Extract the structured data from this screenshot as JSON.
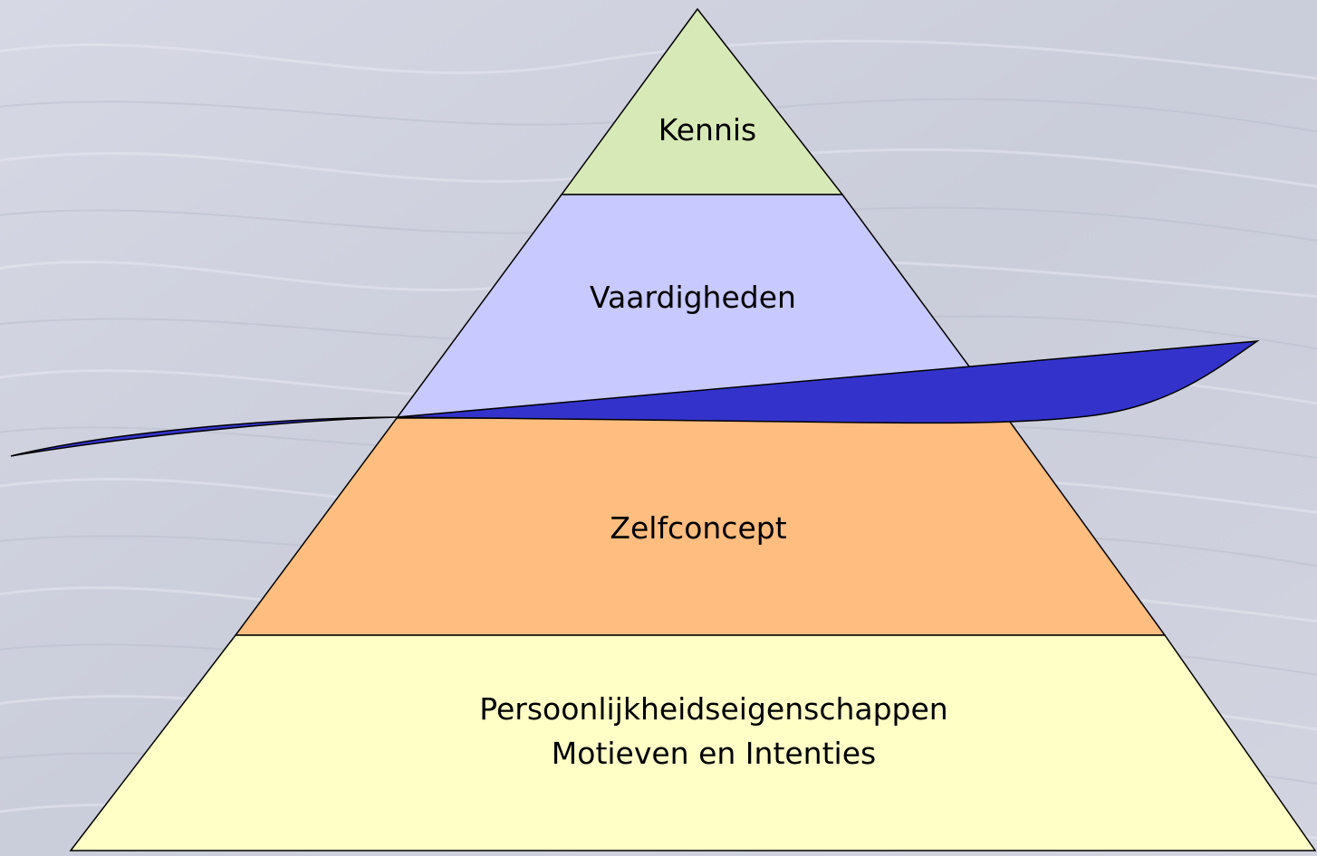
{
  "background_color": "#cdd0dd",
  "pyramid": {
    "layers": [
      {
        "lines": [
          "Kennis"
        ],
        "fill": "#d8e9b8"
      },
      {
        "lines": [
          "Vaardigheden"
        ],
        "fill": "#c8c9ff"
      },
      {
        "lines": [
          "Zelfconcept"
        ],
        "fill": "#ffbd80"
      },
      {
        "lines": [
          "Persoonlijkheidseigenschappen",
          "Motieven en Intenties"
        ],
        "fill": "#ffffc6"
      }
    ],
    "outline_color": "#000000"
  },
  "water_line": {
    "fill": "#3333cc"
  }
}
